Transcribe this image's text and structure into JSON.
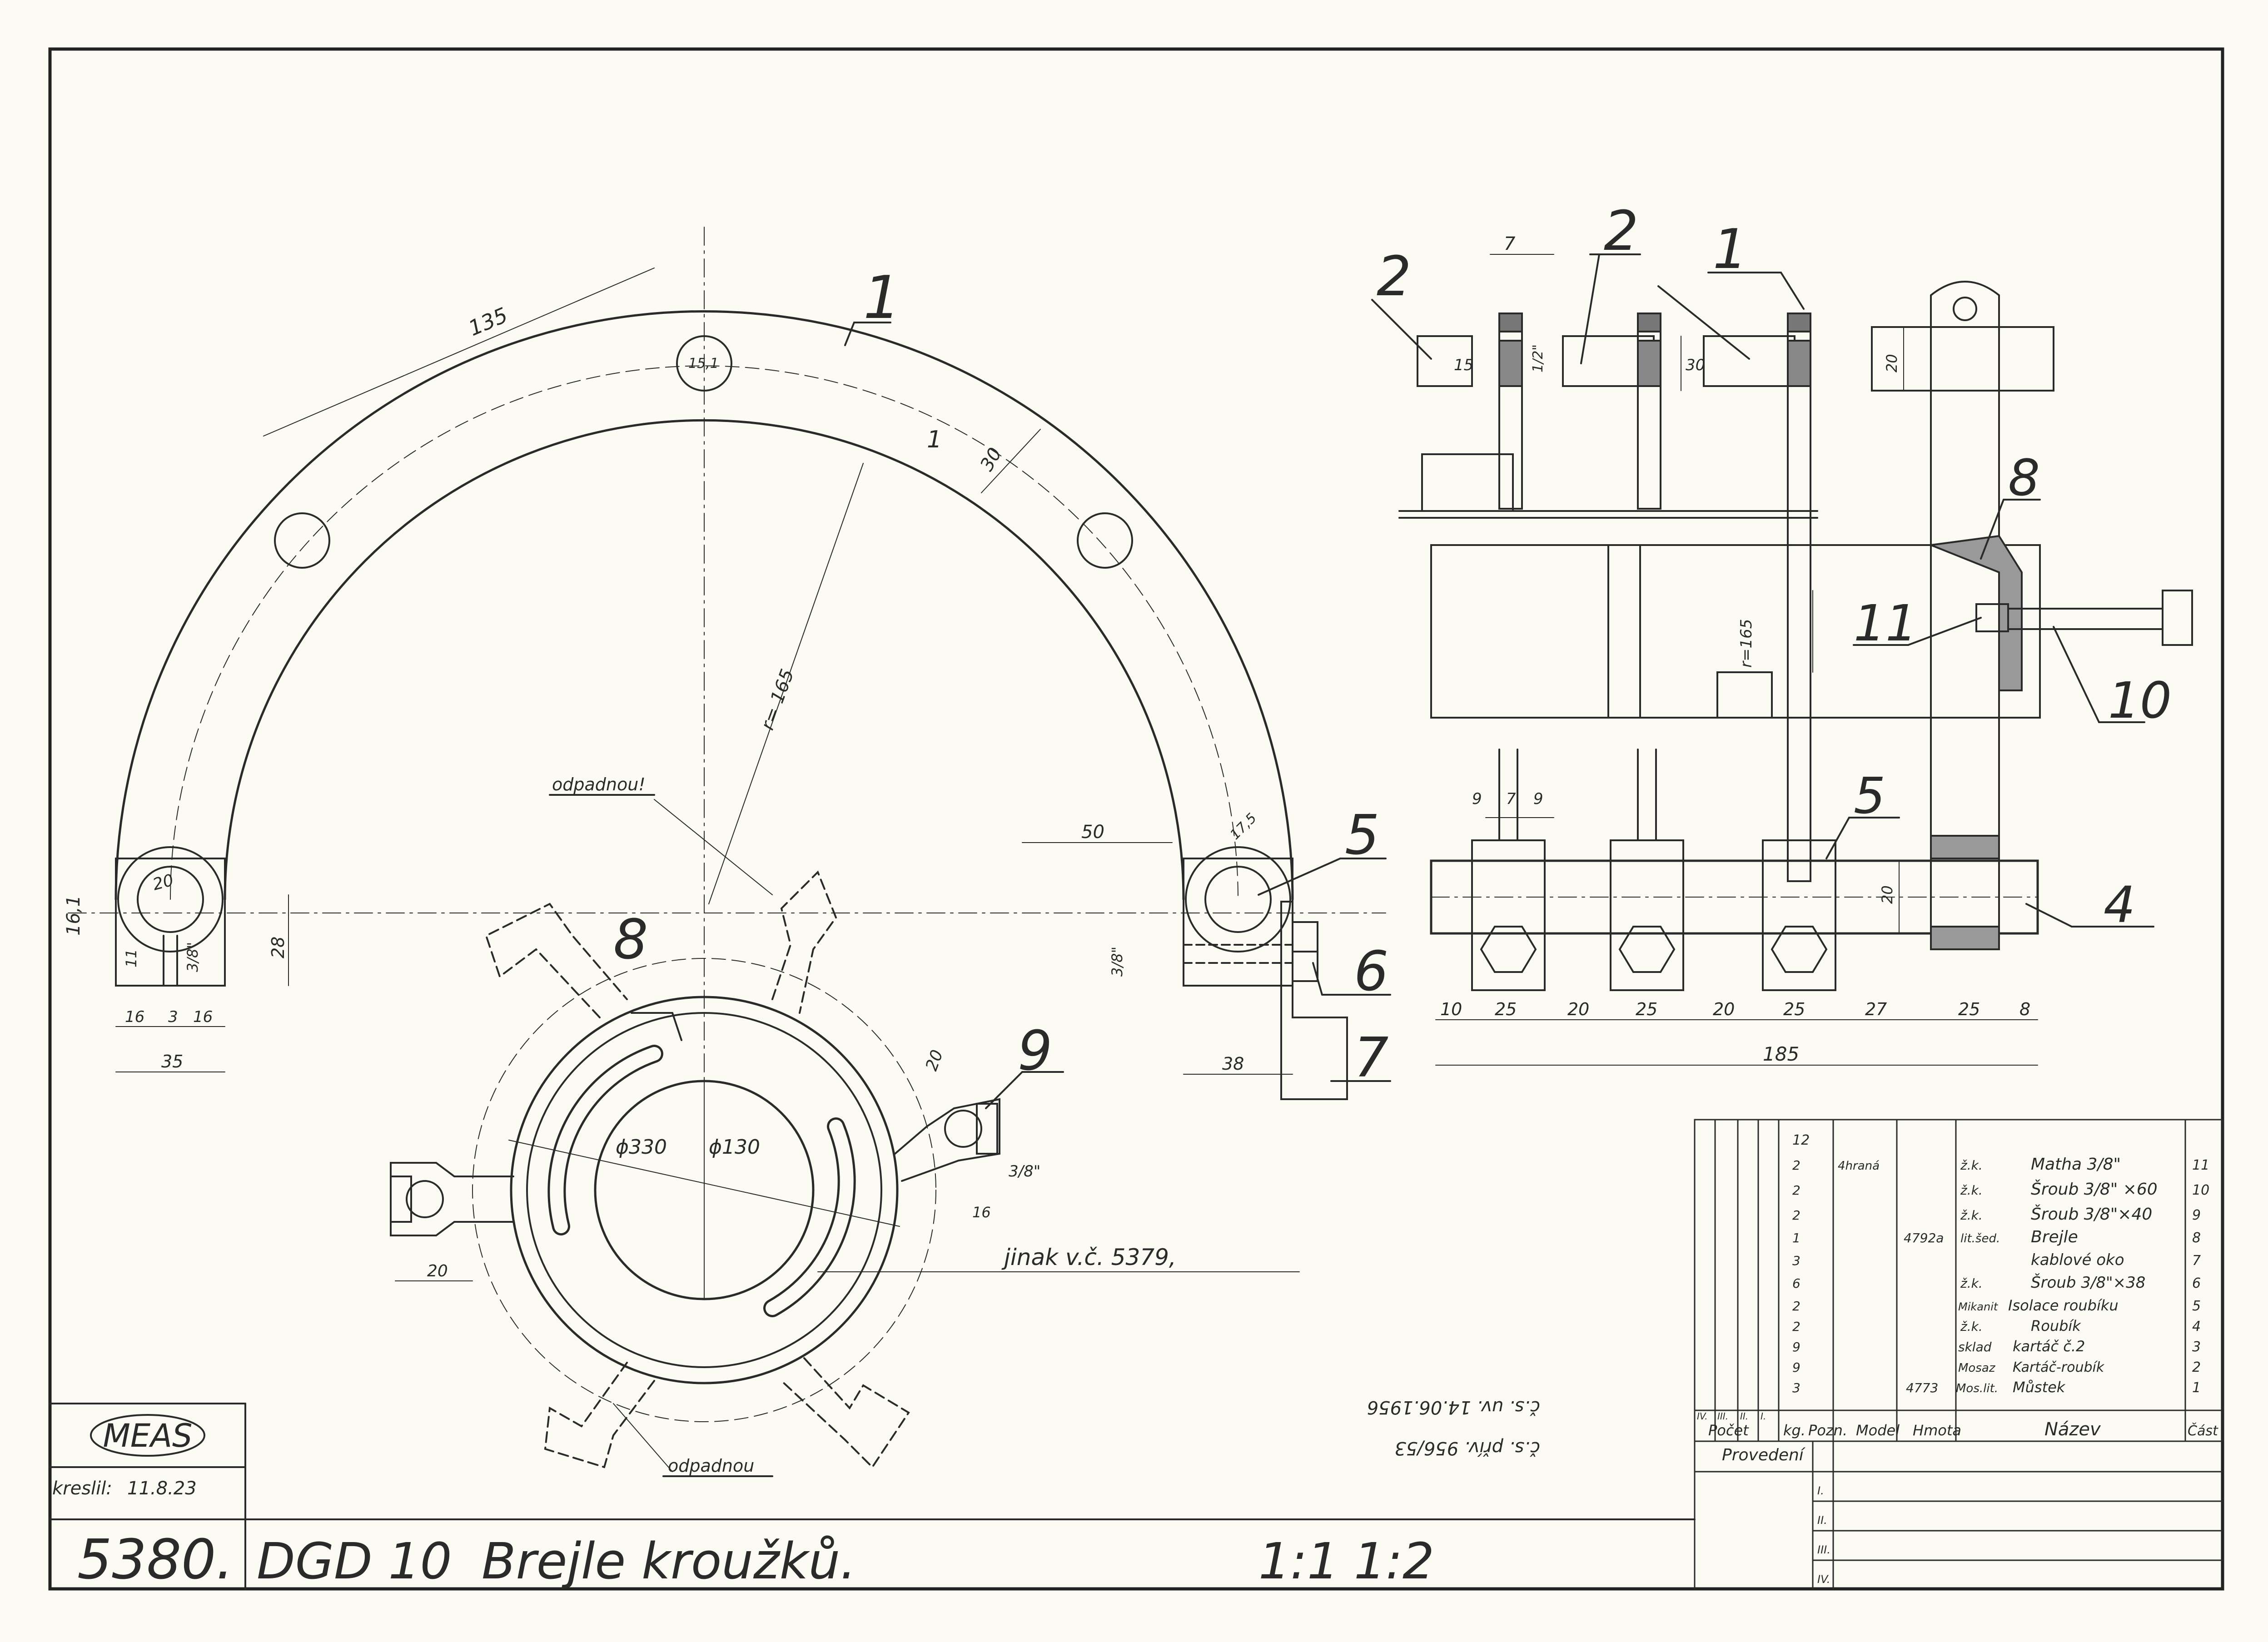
{
  "colors": {
    "paper": "#fbfbf4",
    "ink": "#2a2a2a",
    "hatch": "#555555"
  },
  "drawing": {
    "number": "5380.",
    "code": "DGD 10",
    "title": "Brejle kroužků.",
    "scale_1": "1:1",
    "scale_2": "1:2"
  },
  "logo": {
    "text": "MEAS"
  },
  "drawn_by": {
    "label": "kreslil:",
    "date": "11.8.23"
  },
  "notes": {
    "ref": "jinak v.č. 5379,",
    "waste_top": "odpadnou!",
    "waste_bottom": "odpadnou"
  },
  "stamps": {
    "line1": "č.s. uv. 14.06.1956",
    "line2": "č.s. přív. 956/53"
  },
  "front_view": {
    "dims": {
      "d135": "135",
      "d30": "30",
      "r165": "r= 165",
      "d50": "50",
      "d16_1": "16,1",
      "d11": "11",
      "d3_8a": "3/8\"",
      "d28": "28",
      "d16a": "16",
      "d3": "3",
      "d16b": "16",
      "d35": "35",
      "d20": "20",
      "d15_1": "15,1",
      "d17_5": "17,5",
      "d38": "38",
      "d3_8b": "3/8\""
    },
    "balloons": {
      "b1a": "1",
      "b1b": "1",
      "b5": "5",
      "b6": "6",
      "b7": "7"
    }
  },
  "bracket_view": {
    "dims": {
      "phi330": "ϕ330",
      "phi130": "ϕ130",
      "d20a": "20",
      "d20b": "20",
      "d3_8": "3/8\"",
      "d16": "16"
    },
    "balloons": {
      "b8": "8",
      "b9": "9"
    }
  },
  "side_view": {
    "dims": {
      "d7": "7",
      "d15": "15",
      "d1_2": "1/2\"",
      "d30": "30",
      "r165": "r=165",
      "d9a": "9",
      "d7b": "7",
      "d9b": "9",
      "d20v": "20",
      "d20top": "20",
      "bottom": [
        "10",
        "25",
        "20",
        "25",
        "20",
        "25",
        "27",
        "25",
        "8"
      ],
      "d185": "185"
    },
    "balloons": {
      "b2a": "2",
      "b2b": "2",
      "b1": "1",
      "b8": "8",
      "b11": "11",
      "b10": "10",
      "b5": "5",
      "b4": "4"
    }
  },
  "bom": {
    "rows": [
      {
        "qty": "",
        "dim": "",
        "model": "",
        "mat": "",
        "name": "",
        "part": "12"
      },
      {
        "qty": "2",
        "dim": "4hraná",
        "model": "",
        "mat": "ž.k.",
        "name": "Matha 3/8\"",
        "part": "11"
      },
      {
        "qty": "2",
        "dim": "",
        "model": "",
        "mat": "ž.k.",
        "name": "Šroub 3/8\" ×60",
        "part": "10"
      },
      {
        "qty": "2",
        "dim": "",
        "model": "",
        "mat": "ž.k.",
        "name": "Šroub 3/8\"×40",
        "part": "9"
      },
      {
        "qty": "1",
        "dim": "",
        "model": "4792a",
        "mat": "lit.šed.",
        "name": "Brejle",
        "part": "8"
      },
      {
        "qty": "3",
        "dim": "",
        "model": "",
        "mat": "",
        "name": "kablové oko",
        "part": "7"
      },
      {
        "qty": "6",
        "dim": "",
        "model": "",
        "mat": "ž.k.",
        "name": "Šroub 3/8\"×38",
        "part": "6"
      },
      {
        "qty": "2",
        "dim": "",
        "model": "",
        "mat": "Mikanit",
        "name": "Isolace roubíku",
        "part": "5"
      },
      {
        "qty": "2",
        "dim": "",
        "model": "",
        "mat": "ž.k.",
        "name": "Roubík",
        "part": "4"
      },
      {
        "qty": "9",
        "dim": "",
        "model": "",
        "mat": "sklad",
        "name": "kartáč č.2",
        "part": "3"
      },
      {
        "qty": "9",
        "dim": "",
        "model": "",
        "mat": "Mosaz",
        "name": "Kartáč-roubík",
        "part": "2"
      },
      {
        "qty": "3",
        "dim": "",
        "model": "4773",
        "mat": "Mos.lit.",
        "name": "Můstek",
        "part": "1"
      }
    ],
    "header": {
      "romans": [
        "IV.",
        "III.",
        "II.",
        "I."
      ],
      "pocet": "Počet",
      "kg": "kg.",
      "poz": "Pozn.",
      "model": "Model",
      "hmota": "Hmota",
      "nazev": "Název",
      "cast": "Část"
    },
    "provedeni": "Provedení",
    "prov_rows": [
      "I.",
      "II.",
      "III.",
      "IV."
    ]
  }
}
